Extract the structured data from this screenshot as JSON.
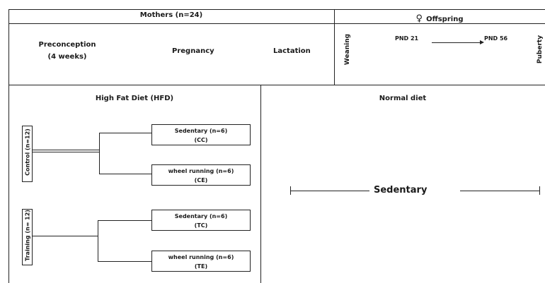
{
  "header": {
    "mothers": "Mothers (n=24)",
    "offspring": "Offspring",
    "offspring_icon": "female-symbol-icon"
  },
  "phases": {
    "preconception_line1": "Preconception",
    "preconception_line2": "(4 weeks)",
    "pregnancy": "Pregnancy",
    "lactation": "Lactation",
    "weaning": "Weaning",
    "pnd21": "PND 21",
    "pnd56": "PND 56",
    "puberty": "Puberty"
  },
  "hfd": {
    "title": "High Fat Diet (HFD)",
    "control_group": "Control (n=12)",
    "training_group": "Training (n= 12)",
    "boxes": [
      {
        "line1": "Sedentary (n=6)",
        "line2": "(CC)"
      },
      {
        "line1": "wheel running (n=6)",
        "line2": "(CE)"
      },
      {
        "line1": "Sedentary (n=6)",
        "line2": "(TC)"
      },
      {
        "line1": "wheel running (n=6)",
        "line2": "(TE)"
      }
    ]
  },
  "normal": {
    "title": "Normal diet",
    "sedentary": "Sedentary"
  }
}
